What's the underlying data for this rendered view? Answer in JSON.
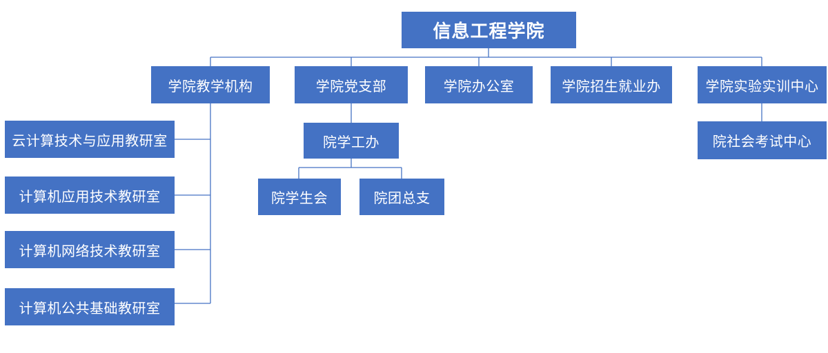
{
  "colors": {
    "box_fill": "#4472C4",
    "box_text": "#FFFFFF",
    "connector": "#4472C4"
  },
  "org": {
    "root": "信息工程学院",
    "level1": {
      "teaching": "学院教学机构",
      "party": "学院党支部",
      "office": "学院办公室",
      "admissions": "学院招生就业办",
      "lab_center": "学院实验实训中心"
    },
    "teaching_units": {
      "cloud": "云计算技术与应用教研室",
      "app_tech": "计算机应用技术教研室",
      "network": "计算机网络技术教研室",
      "basics": "计算机公共基础教研室"
    },
    "party_units": {
      "student_work": "院学工办",
      "student_union": "院学生会",
      "youth_league": "院团总支"
    },
    "lab_units": {
      "exam_center": "院社会考试中心"
    }
  }
}
